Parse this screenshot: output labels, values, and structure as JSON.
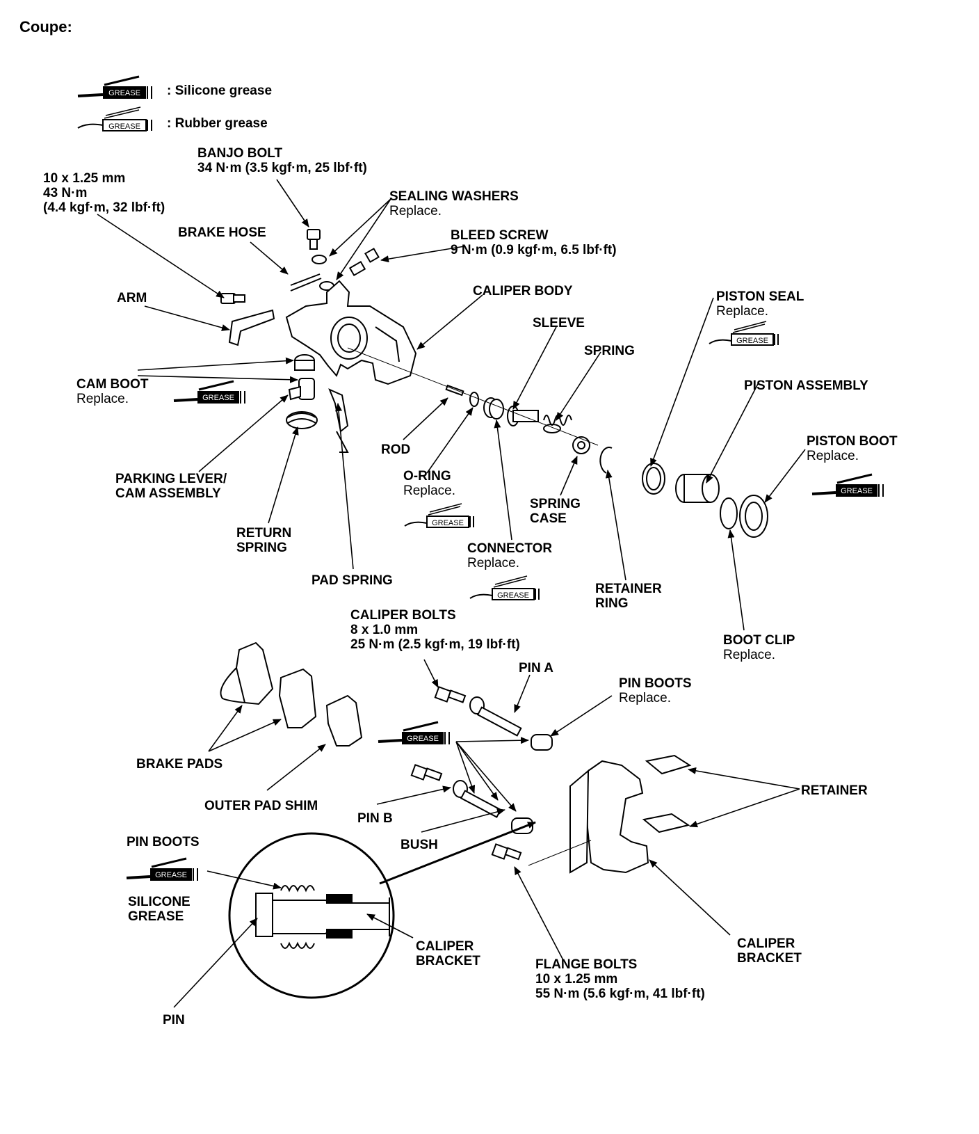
{
  "page_title": "Coupe:",
  "legend": {
    "silicone": ": Silicone grease",
    "rubber": ": Rubber grease",
    "symbol_text": "GREASE"
  },
  "labels": {
    "banjo_bolt": {
      "name": "BANJO BOLT",
      "spec": "34 N·m (3.5 kgf·m, 25 lbf·ft)"
    },
    "arm_bolt_spec": {
      "l1": "10 x 1.25 mm",
      "l2": "43 N·m",
      "l3": "(4.4 kgf·m, 32 lbf·ft)"
    },
    "sealing_washers": {
      "name": "SEALING WASHERS",
      "note": "Replace."
    },
    "brake_hose": "BRAKE HOSE",
    "bleed_screw": {
      "name": "BLEED SCREW",
      "spec": "9 N·m (0.9 kgf·m, 6.5 lbf·ft)"
    },
    "arm": "ARM",
    "caliper_body": "CALIPER BODY",
    "piston_seal": {
      "name": "PISTON SEAL",
      "note": "Replace."
    },
    "sleeve": "SLEEVE",
    "spring": "SPRING",
    "cam_boot": {
      "name": "CAM BOOT",
      "note": "Replace."
    },
    "piston_assembly": "PISTON ASSEMBLY",
    "piston_boot": {
      "name": "PISTON BOOT",
      "note": "Replace."
    },
    "rod": "ROD",
    "o_ring": {
      "name": "O-RING",
      "note": "Replace."
    },
    "parking_lever": {
      "l1": "PARKING LEVER/",
      "l2": "CAM ASSEMBLY"
    },
    "spring_case": {
      "l1": "SPRING",
      "l2": "CASE"
    },
    "return_spring": {
      "l1": "RETURN",
      "l2": "SPRING"
    },
    "connector": {
      "name": "CONNECTOR",
      "note": "Replace."
    },
    "pad_spring": "PAD SPRING",
    "retainer_ring": {
      "l1": "RETAINER",
      "l2": "RING"
    },
    "caliper_bolts": {
      "name": "CALIPER BOLTS",
      "size": "8 x 1.0 mm",
      "spec": "25 N·m (2.5 kgf·m, 19 lbf·ft)"
    },
    "boot_clip": {
      "name": "BOOT CLIP",
      "note": "Replace."
    },
    "pin_a": "PIN A",
    "pin_boots_top": {
      "name": "PIN BOOTS",
      "note": "Replace."
    },
    "brake_pads": "BRAKE PADS",
    "retainer": "RETAINER",
    "outer_pad_shim": "OUTER PAD SHIM",
    "pin_b": "PIN B",
    "bush": "BUSH",
    "pin_boots_detail": "PIN BOOTS",
    "silicone_grease": {
      "l1": "SILICONE",
      "l2": "GREASE"
    },
    "caliper_bracket_detail": {
      "l1": "CALIPER",
      "l2": "BRACKET"
    },
    "caliper_bracket": {
      "l1": "CALIPER",
      "l2": "BRACKET"
    },
    "flange_bolts": {
      "name": "FLANGE BOLTS",
      "size": "10 x 1.25 mm",
      "spec": "55 N·m (5.6 kgf·m, 41 lbf·ft)"
    },
    "pin": "PIN"
  }
}
